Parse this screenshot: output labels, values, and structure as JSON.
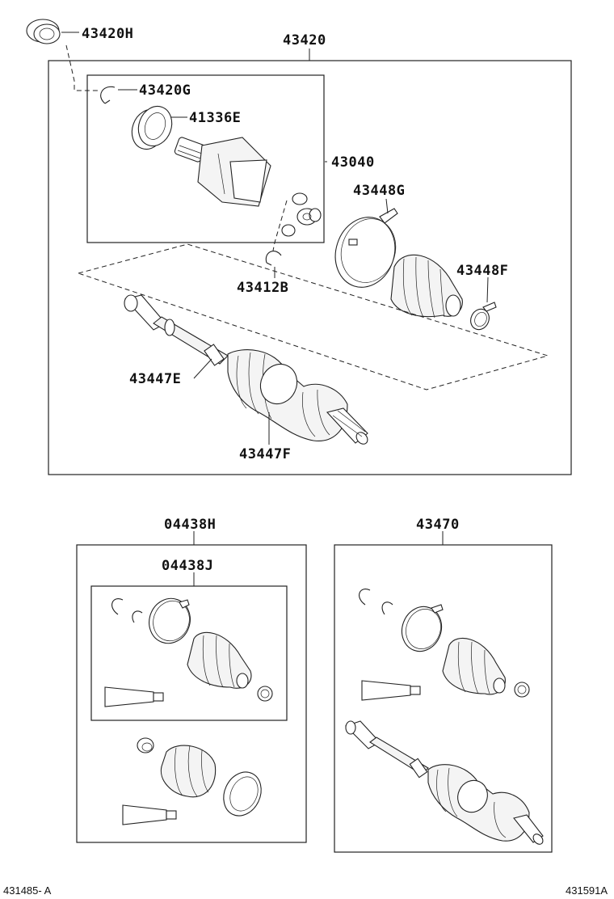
{
  "labels": {
    "p43420H": "43420H",
    "p43420": "43420",
    "p43420G": "43420G",
    "p41336E": "41336E",
    "p43040": "43040",
    "p43448G": "43448G",
    "p43448F": "43448F",
    "p43412B": "43412B",
    "p43447E": "43447E",
    "p43447F": "43447F",
    "p04438H": "04438H",
    "p04438J": "04438J",
    "p43470": "43470"
  },
  "refs": {
    "left": "431485- A",
    "right": "431591A"
  }
}
